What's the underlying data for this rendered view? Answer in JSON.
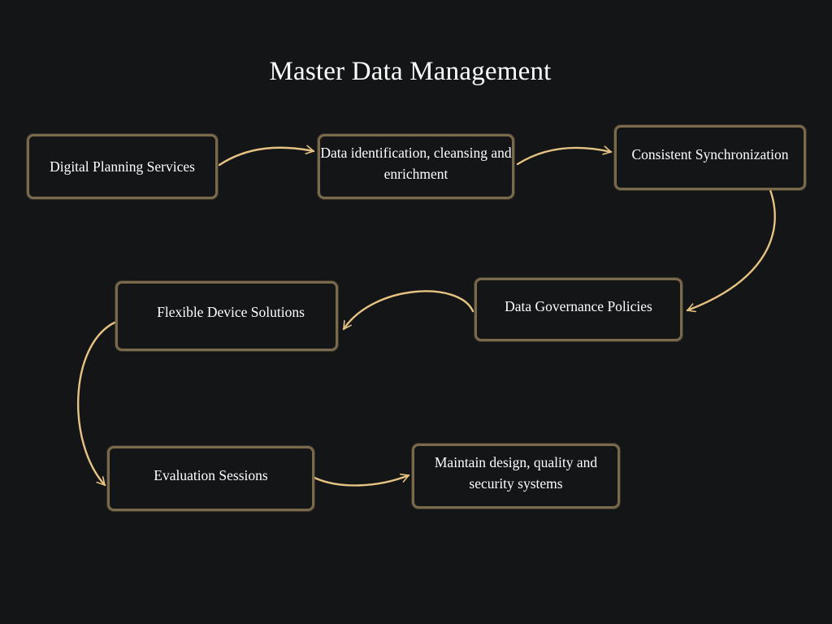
{
  "title": "Master Data Management",
  "colors": {
    "background": "#131517",
    "box_border": "#7a6a4c",
    "arrow": "#e6c383",
    "text": "#ffffff"
  },
  "nodes": [
    {
      "id": "n1",
      "label": "Digital Planning Services"
    },
    {
      "id": "n2",
      "label": "Data identification, cleansing and enrichment"
    },
    {
      "id": "n3",
      "label": "Consistent Synchronization"
    },
    {
      "id": "n4",
      "label": "Data Governance Policies"
    },
    {
      "id": "n5",
      "label": "Flexible Device Solutions"
    },
    {
      "id": "n6",
      "label": "Evaluation Sessions"
    },
    {
      "id": "n7",
      "label": "Maintain design, quality and security systems"
    }
  ],
  "edges": [
    {
      "from": "n1",
      "to": "n2"
    },
    {
      "from": "n2",
      "to": "n3"
    },
    {
      "from": "n3",
      "to": "n4"
    },
    {
      "from": "n4",
      "to": "n5"
    },
    {
      "from": "n5",
      "to": "n6"
    },
    {
      "from": "n6",
      "to": "n7"
    }
  ]
}
